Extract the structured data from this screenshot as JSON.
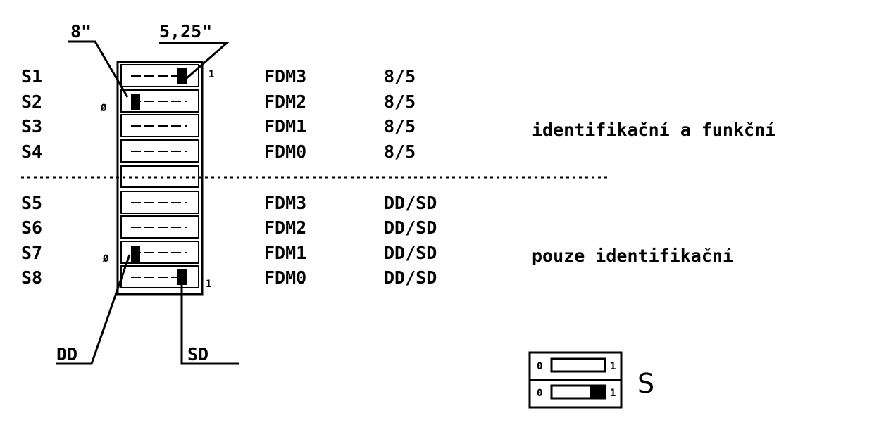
{
  "labels": {
    "size_8": "8\"",
    "size_525": "5,25\"",
    "dd": "DD",
    "sd": "SD"
  },
  "rows": [
    {
      "switch": "S1",
      "drive": "FDM3",
      "value": "8/5",
      "state": "on"
    },
    {
      "switch": "S2",
      "drive": "FDM2",
      "value": "8/5",
      "state": "off"
    },
    {
      "switch": "S3",
      "drive": "FDM1",
      "value": "8/5",
      "state": "none"
    },
    {
      "switch": "S4",
      "drive": "FDM0",
      "value": "8/5",
      "state": "none"
    },
    {
      "switch": "S5",
      "drive": "FDM3",
      "value": "DD/SD",
      "state": "none"
    },
    {
      "switch": "S6",
      "drive": "FDM2",
      "value": "DD/SD",
      "state": "none"
    },
    {
      "switch": "S7",
      "drive": "FDM1",
      "value": "DD/SD",
      "state": "off"
    },
    {
      "switch": "S8",
      "drive": "FDM0",
      "value": "DD/SD",
      "state": "on"
    }
  ],
  "marks": {
    "zero": "0",
    "one": "1",
    "zero_slashed": "Ø"
  },
  "notes": {
    "group1": "identifikační a funkční",
    "group2": "pouze identifikační"
  },
  "legend": {
    "zero": "0",
    "one": "1",
    "symbol": "S"
  }
}
